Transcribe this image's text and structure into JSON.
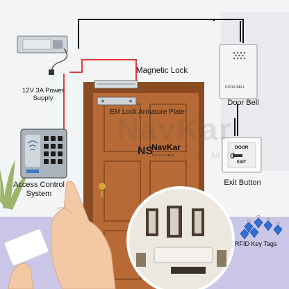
{
  "labels": {
    "psu": "12V 3A Power Supply",
    "magnetic_lock": "Magnetic Lock",
    "armature_plate": "EM Lock Armature Plate",
    "door_bell": "Door Bell",
    "exit_button": "Exit Button",
    "access_control": "Access Control System",
    "rfid_tags": "RFID Key Tags"
  },
  "brand": {
    "name": "NavKar",
    "tagline": "SYSTEMS",
    "logo_mark": "NS",
    "watermark": "NavKar",
    "watermark_sub": "SYSTEMS"
  },
  "device_text": {
    "bell": "DOOR BELL",
    "exit_top": "DOOR",
    "exit_bottom": "EXIT"
  },
  "colors": {
    "wire_black": "#111111",
    "wire_red": "#e53935",
    "door_wood": "#b86a36",
    "door_frame": "#8a4a22",
    "floor": "#c9c6e8",
    "wall": "#f3f4f6"
  }
}
